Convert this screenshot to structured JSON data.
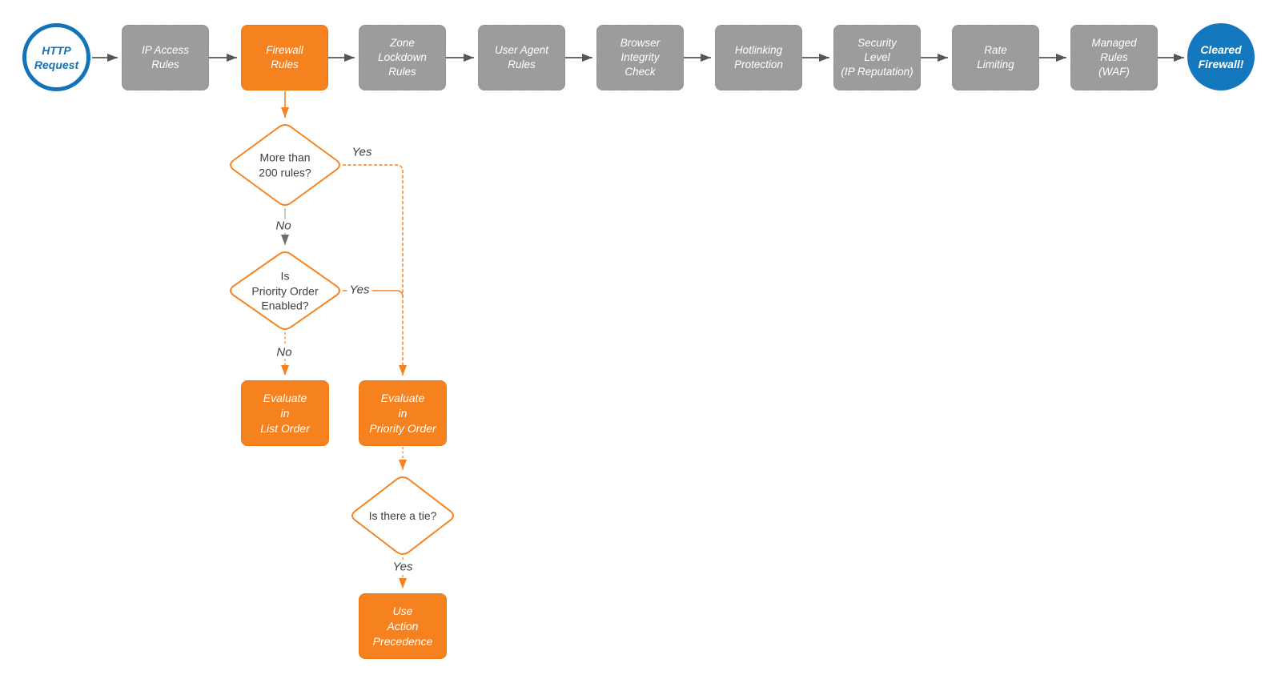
{
  "colors": {
    "orange": "#F6821F",
    "orange_light": "#F69B62",
    "gray_node": "#9C9C9C",
    "blue": "#1478BE",
    "blue_outline": "#1273B9",
    "arrow_dark": "#54585A",
    "gray_line": "#B4B4B4",
    "text_dark": "#3F3F3F",
    "white": "#FFFFFF"
  },
  "flow": {
    "start": {
      "label": "HTTP\nRequest"
    },
    "pipeline": [
      {
        "label": "IP Access\nRules"
      },
      {
        "label": "Firewall\nRules"
      },
      {
        "label": "Zone\nLockdown\nRules"
      },
      {
        "label": "User Agent\nRules"
      },
      {
        "label": "Browser\nIntegrity\nCheck"
      },
      {
        "label": "Hotlinking\nProtection"
      },
      {
        "label": "Security\nLevel\n(IP Reputation)"
      },
      {
        "label": "Rate\nLimiting"
      },
      {
        "label": "Managed\nRules\n(WAF)"
      }
    ],
    "end": {
      "label": "Cleared\nFirewall!"
    },
    "decisions": [
      {
        "label": "More than\n200 rules?"
      },
      {
        "label": "Is\nPriority Order\nEnabled?"
      },
      {
        "label": "Is there a tie?"
      }
    ],
    "actions": [
      {
        "label": "Evaluate\nin\nList Order"
      },
      {
        "label": "Evaluate\nin\nPriority Order"
      },
      {
        "label": "Use\nAction\nPrecedence"
      }
    ],
    "edge_labels": {
      "more_rules_yes": "Yes",
      "more_rules_no": "No",
      "priority_enabled_yes": "Yes",
      "priority_enabled_no": "No",
      "tie_yes": "Yes"
    }
  }
}
